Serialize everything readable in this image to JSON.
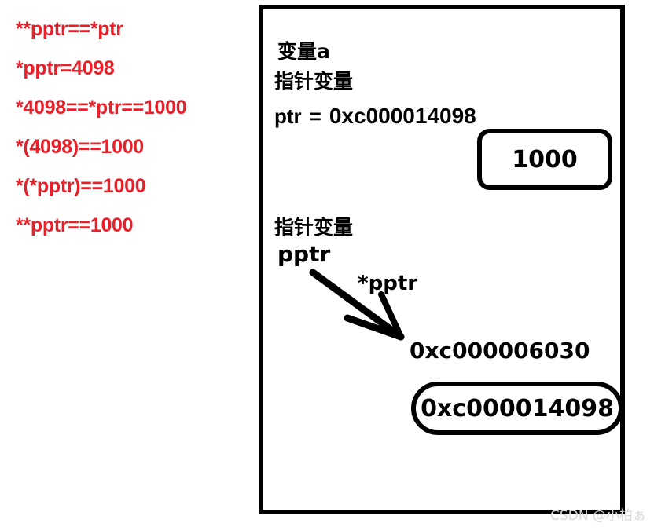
{
  "annotations": {
    "color": "#e8202a",
    "lines": [
      "**pptr==*ptr",
      "*pptr=4098",
      "*4098==*ptr==1000",
      "*(4098)==1000",
      "*(*pptr)==1000",
      "**pptr==1000"
    ]
  },
  "diagram": {
    "border_color": "#000000",
    "variable_a": {
      "title": "变量a",
      "subtitle": "指针变量",
      "pointer_name": "ptr",
      "equals": "=",
      "pointer_address": "0xc000014098",
      "value_box": "1000"
    },
    "pointer_pptr": {
      "title": "指针变量",
      "name": "pptr",
      "deref_label": "*pptr",
      "target_address": "0xc000006030",
      "value_box": "0xc000014098",
      "arrow_icon": "down-right-arrow-icon"
    }
  },
  "watermark": {
    "text": "CSDN @小柏ぁ",
    "color": "#d8d8d8"
  }
}
